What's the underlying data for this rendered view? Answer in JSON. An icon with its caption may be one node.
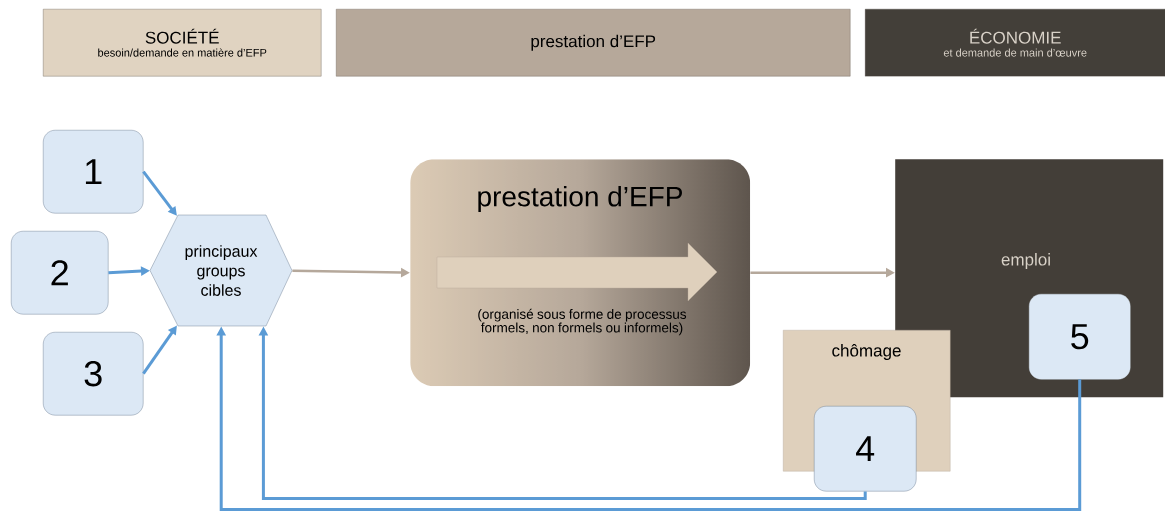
{
  "diagram": {
    "nodes": [
      {
        "text": [
          "SOCIÉTÉ",
          "besoin/demande en matière d’EFP"
        ]
      },
      {
        "text": [
          "prestation d’EFP"
        ]
      },
      {
        "text": [
          "ÉCONOMIE",
          "et demande de main d’œuvre"
        ]
      },
      {
        "text": [
          "1"
        ]
      },
      {
        "text": [
          "2"
        ]
      },
      {
        "text": [
          "3"
        ]
      },
      {
        "text": [
          "principaux groups cibles"
        ]
      },
      {
        "text": [
          "prestation d’EFP",
          "(organisé sous forme de processus formels, non formels ou informels)"
        ]
      },
      {
        "text": [
          "emploi"
        ]
      },
      {
        "text": [
          "chômage"
        ]
      },
      {
        "text": [
          "4"
        ]
      },
      {
        "text": [
          "5"
        ],
        "in": 8
      }
    ],
    "edges": [
      {
        "from": 3,
        "to": 6,
        "arrow": "to"
      },
      {
        "from": 4,
        "to": 6,
        "arrow": "to"
      },
      {
        "from": 5,
        "to": 6,
        "arrow": "to"
      },
      {
        "from": 6,
        "to": 7,
        "arrow": "to",
        "color": "#b5a89b"
      },
      {
        "from": 7,
        "to": 8,
        "arrow": "to",
        "color": "#b5a89b"
      },
      {
        "from": 10,
        "to": 6,
        "arrow": "to"
      },
      {
        "from": 11,
        "to": 6,
        "arrow": "to"
      }
    ]
  }
}
